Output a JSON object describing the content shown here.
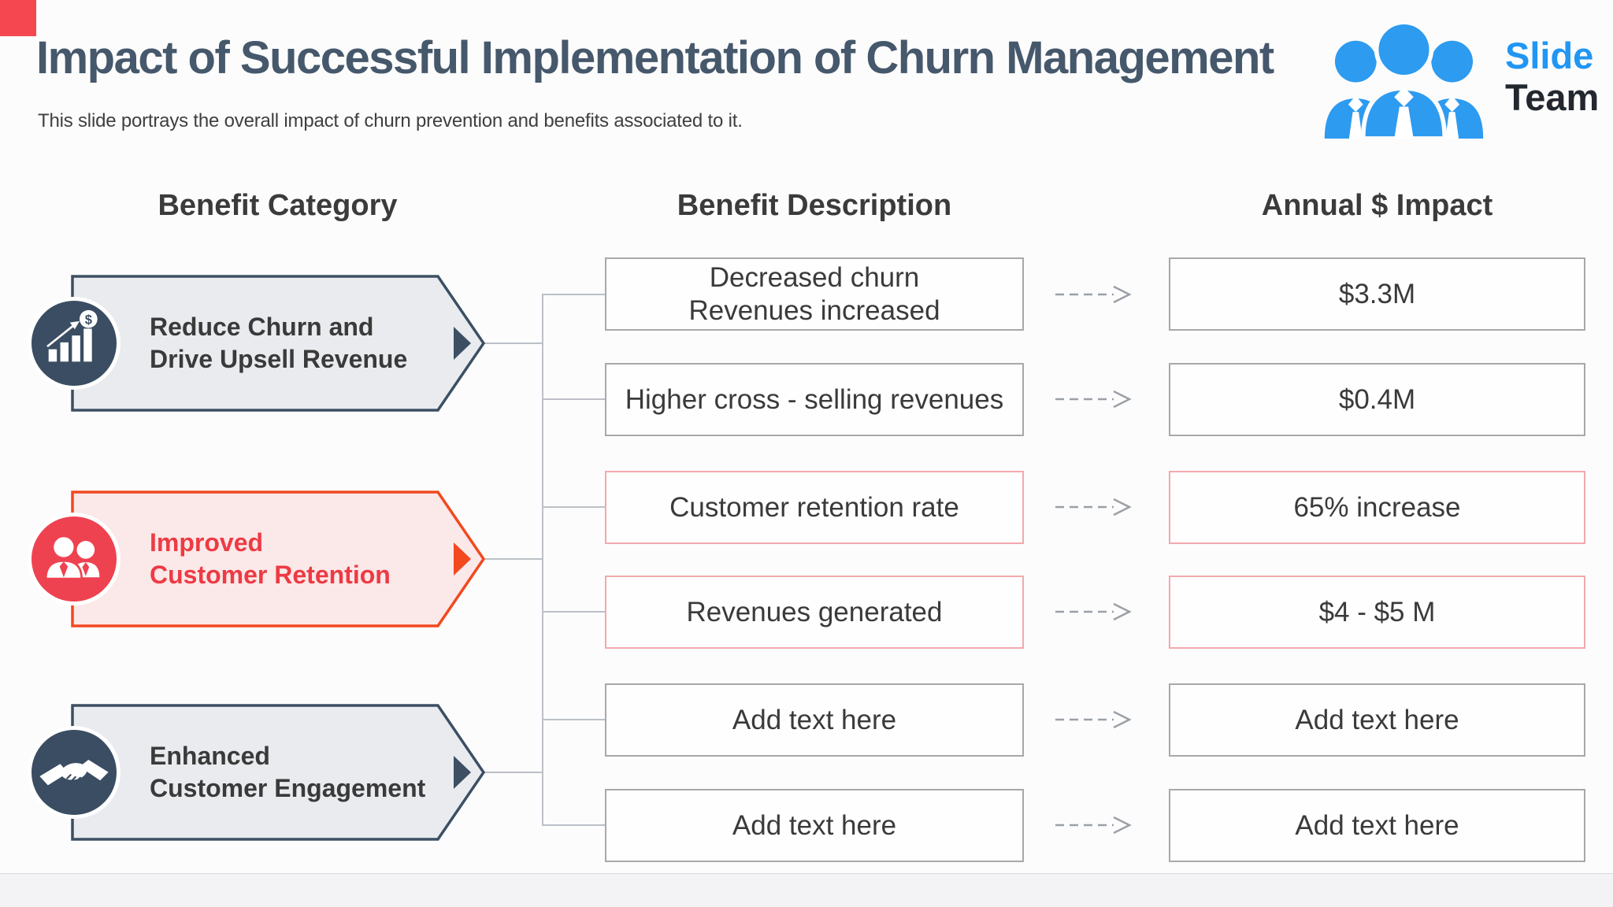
{
  "slide": {
    "title": "Impact of Successful Implementation of Churn Management",
    "subtitle": "This slide portrays the overall impact of churn prevention and benefits associated to it.",
    "accent_square_color": "#f5474f",
    "title_color": "#46586b"
  },
  "logo": {
    "word1": "Slide",
    "word2": "Team",
    "word1_color": "#2196f3",
    "word2_color": "#23282f",
    "people_icon": "team-people-icon",
    "people_color": "#2d9bf0"
  },
  "columns": {
    "category": "Benefit Category",
    "description": "Benefit Description",
    "impact": "Annual $ Impact"
  },
  "categories": [
    {
      "label": "Reduce Churn and\nDrive Upsell Revenue",
      "icon": "bar-chart-dollar-icon",
      "fill": "#e9ebee",
      "border": "#3c4f63",
      "label_color": "#3a3a3a",
      "icon_bg": "#3a4d62"
    },
    {
      "label": "Improved\nCustomer Retention",
      "icon": "two-customers-icon",
      "fill": "#fbe8e8",
      "border": "#f2491f",
      "label_color": "#ee3a44",
      "icon_bg": "#ee4250"
    },
    {
      "label": "Enhanced\nCustomer Engagement",
      "icon": "handshake-icon",
      "fill": "#e9ebee",
      "border": "#3c4f63",
      "label_color": "#3a3a3a",
      "icon_bg": "#3a4d62"
    }
  ],
  "rows": [
    {
      "description": "Decreased churn\nRevenues increased",
      "impact": "$3.3M",
      "accent": "gray"
    },
    {
      "description": "Higher cross - selling revenues",
      "impact": "$0.4M",
      "accent": "gray"
    },
    {
      "description": "Customer retention rate",
      "impact": "65% increase",
      "accent": "pink"
    },
    {
      "description": "Revenues generated",
      "impact": "$4 - $5 M",
      "accent": "pink"
    },
    {
      "description": "Add text here",
      "impact": "Add text here",
      "accent": "gray"
    },
    {
      "description": "Add text here",
      "impact": "Add text here",
      "accent": "gray"
    }
  ],
  "style_colors": {
    "connector_line": "#bcc0c6",
    "dashed_arrow": "#9aa0a6",
    "box_border_gray": "#a8a8ac",
    "box_border_pink": "#f2a9ad",
    "chevron_fill_gray": "#e9ebee",
    "chevron_fill_pink": "#fbe8e8"
  }
}
